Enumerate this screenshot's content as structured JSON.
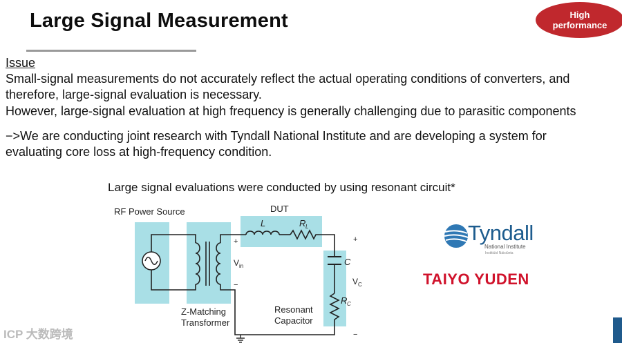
{
  "slide": {
    "title": "Large Signal Measurement",
    "badge_line1": "High",
    "badge_line2": "performance",
    "issue_heading": "Issue",
    "para1_line1": "Small-signal measurements do not accurately reflect the actual operating conditions of converters, and",
    "para1_line2": "therefore, large-signal evaluation is necessary.",
    "para2": "However, large-signal evaluation at high frequency is generally challenging due to parasitic components",
    "para3_line1": "−>We are conducting joint research with Tyndall National Institute and are developing a system for",
    "para3_line2": "evaluating core loss at high-frequency condition.",
    "caption": "Large signal evaluations were conducted by using resonant circuit*"
  },
  "circuit": {
    "rf_source": "RF Power Source",
    "dut": "DUT",
    "inductor": "L",
    "resistor_l": "R",
    "resistor_l_sub": "L",
    "capacitor": "C",
    "resistor_c": "R",
    "resistor_c_sub": "C",
    "vin": "V",
    "vin_sub": "in",
    "vc": "V",
    "vc_sub": "C",
    "plus": "+",
    "minus": "−",
    "transformer_line1": "Z-Matching",
    "transformer_line2": "Transformer",
    "capacitor_line1": "Resonant",
    "capacitor_line2": "Capacitor"
  },
  "logos": {
    "tyndall_name": "Tyndall",
    "tyndall_sub": "National Institute",
    "tyndall_sub2": "Institiúid Náisiúnta",
    "taiyo_yuden": "TAIYO YUDEN",
    "watermark": "ICP 大数跨境"
  },
  "colors": {
    "badge": "#c0282d",
    "highlight": "#a9dfe6",
    "tyndall_blue": "#1d5c8e",
    "taiyo_red": "#d0122b"
  }
}
